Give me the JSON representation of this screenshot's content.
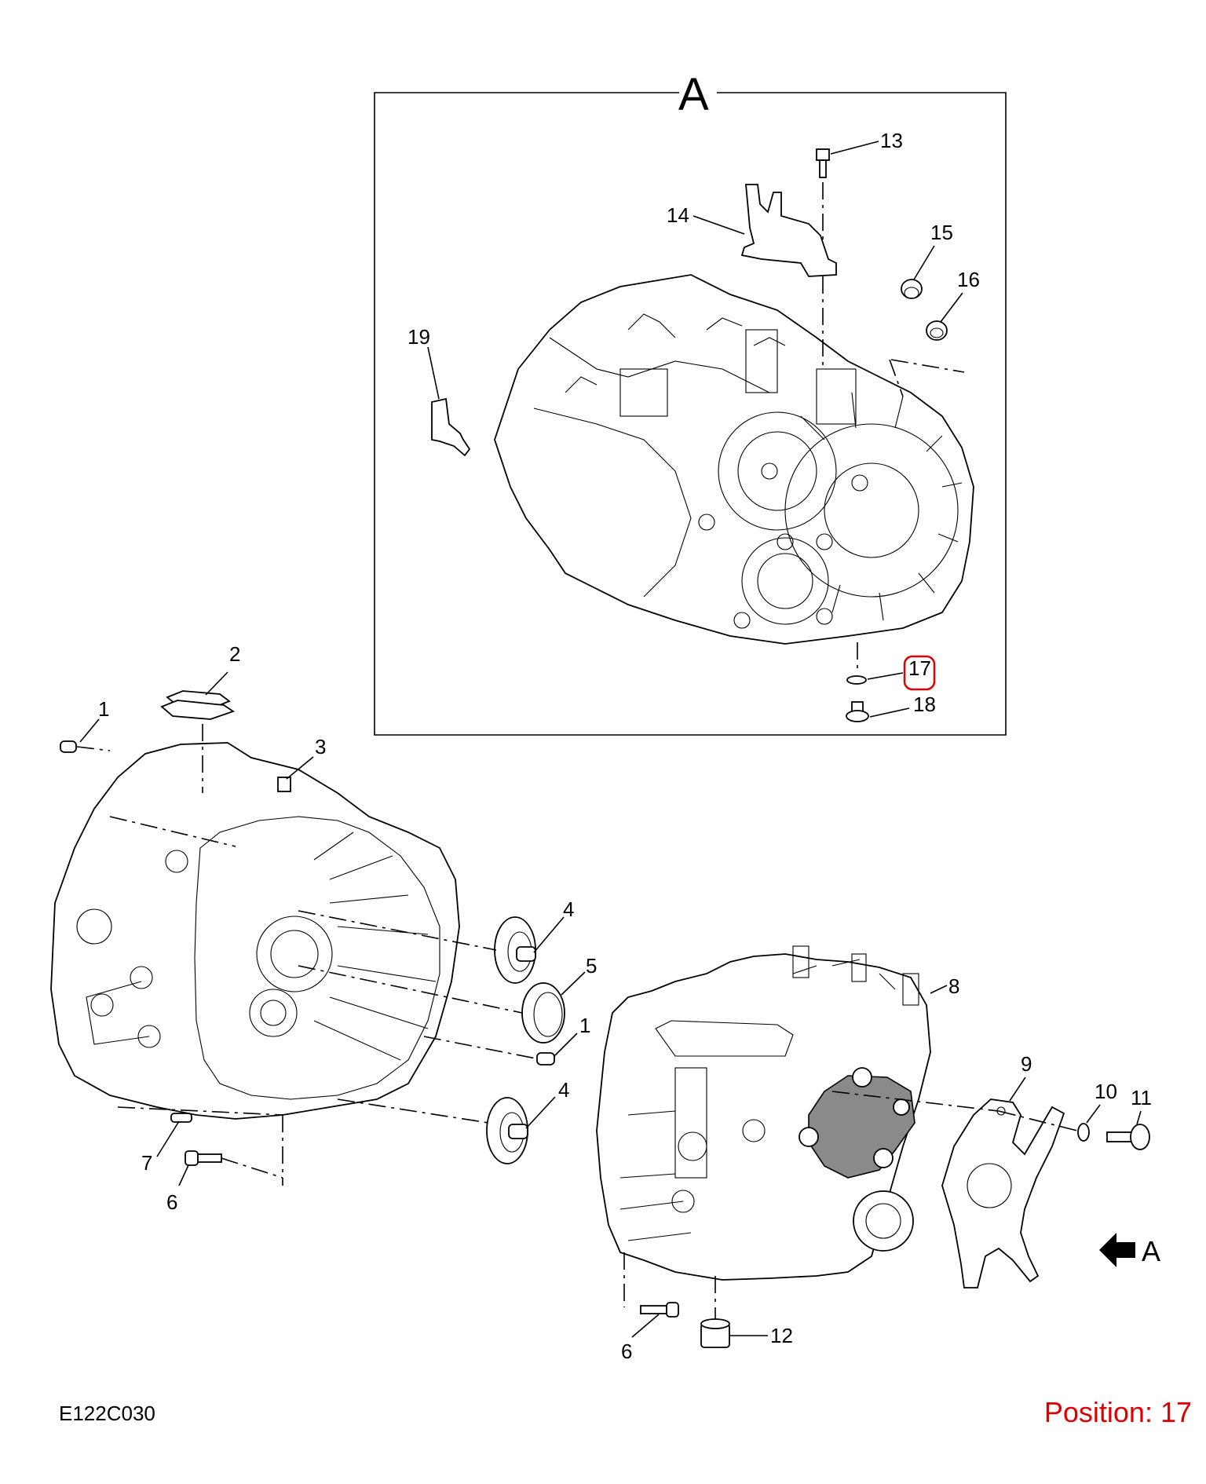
{
  "detail_view": {
    "label": "A"
  },
  "callouts": {
    "c1a": "1",
    "c1b": "1",
    "c2": "2",
    "c3": "3",
    "c4a": "4",
    "c4b": "4",
    "c5": "5",
    "c6a": "6",
    "c6b": "6",
    "c7": "7",
    "c8": "8",
    "c9": "9",
    "c10": "10",
    "c11": "11",
    "c12": "12",
    "c13": "13",
    "c14": "14",
    "c15": "15",
    "c16": "16",
    "c17": "17",
    "c18": "18",
    "c19": "19"
  },
  "highlighted_callout": "17",
  "highlight_color": "#e00000",
  "view_arrow_label": "A",
  "footer": {
    "diagram_code": "E122C030",
    "position_text": "Position: 17"
  }
}
